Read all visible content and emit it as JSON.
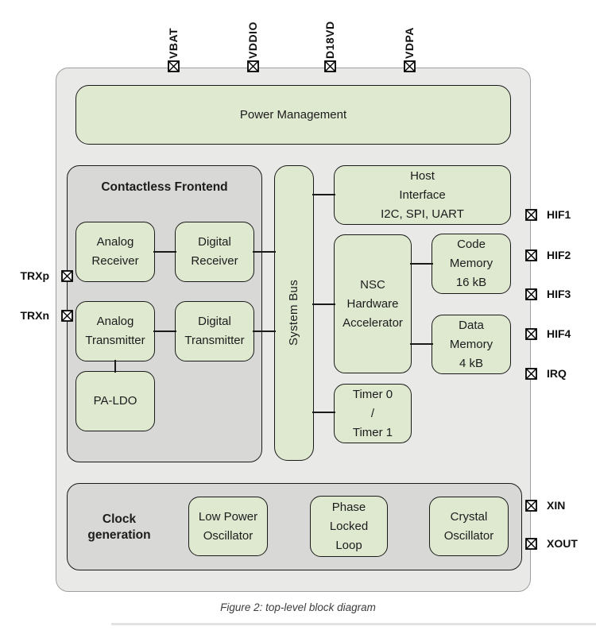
{
  "caption": "Figure 2: top-level block diagram",
  "pins": {
    "top": [
      "VBAT",
      "VDDIO",
      "D18VD",
      "VDPA"
    ],
    "left": [
      "TRXp",
      "TRXn"
    ],
    "right": [
      "HIF1",
      "HIF2",
      "HIF3",
      "HIF4",
      "IRQ",
      "XIN",
      "XOUT"
    ]
  },
  "blocks": {
    "power_management": {
      "label": "Power Management"
    },
    "contactless_frontend": {
      "title": "Contactless Frontend",
      "analog_receiver": {
        "lines": [
          "Analog",
          "Receiver"
        ]
      },
      "digital_receiver": {
        "lines": [
          "Digital",
          "Receiver"
        ]
      },
      "analog_transmitter": {
        "lines": [
          "Analog",
          "Transmitter"
        ]
      },
      "digital_transmitter": {
        "lines": [
          "Digital",
          "Transmitter"
        ]
      },
      "pa_ldo": {
        "lines": [
          "PA-LDO"
        ]
      }
    },
    "system_bus": {
      "label": "System Bus"
    },
    "host_interface": {
      "lines": [
        "Host",
        "Interface",
        "I2C, SPI, UART"
      ]
    },
    "nsc_hw_accelerator": {
      "lines": [
        "NSC",
        "Hardware",
        "Accelerator"
      ]
    },
    "code_memory": {
      "lines": [
        "Code",
        "Memory",
        "16 kB"
      ]
    },
    "data_memory": {
      "lines": [
        "Data",
        "Memory",
        "4 kB"
      ]
    },
    "timer": {
      "lines": [
        "Timer 0",
        "/",
        "Timer 1"
      ]
    },
    "clock_generation": {
      "title_lines": [
        "Clock",
        "generation"
      ],
      "low_power_oscillator": {
        "lines": [
          "Low Power",
          "Oscillator"
        ]
      },
      "phase_locked_loop": {
        "lines": [
          "Phase",
          "Locked",
          "Loop"
        ]
      },
      "crystal_oscillator": {
        "lines": [
          "Crystal",
          "Oscillator"
        ]
      }
    }
  },
  "colors": {
    "block_fill": "#dfe9d0",
    "block_border": "#1a1a1a",
    "group_fill": "#d8d8d6",
    "chip_fill": "#e9e9e8",
    "chip_border": "#9e9e9e"
  }
}
